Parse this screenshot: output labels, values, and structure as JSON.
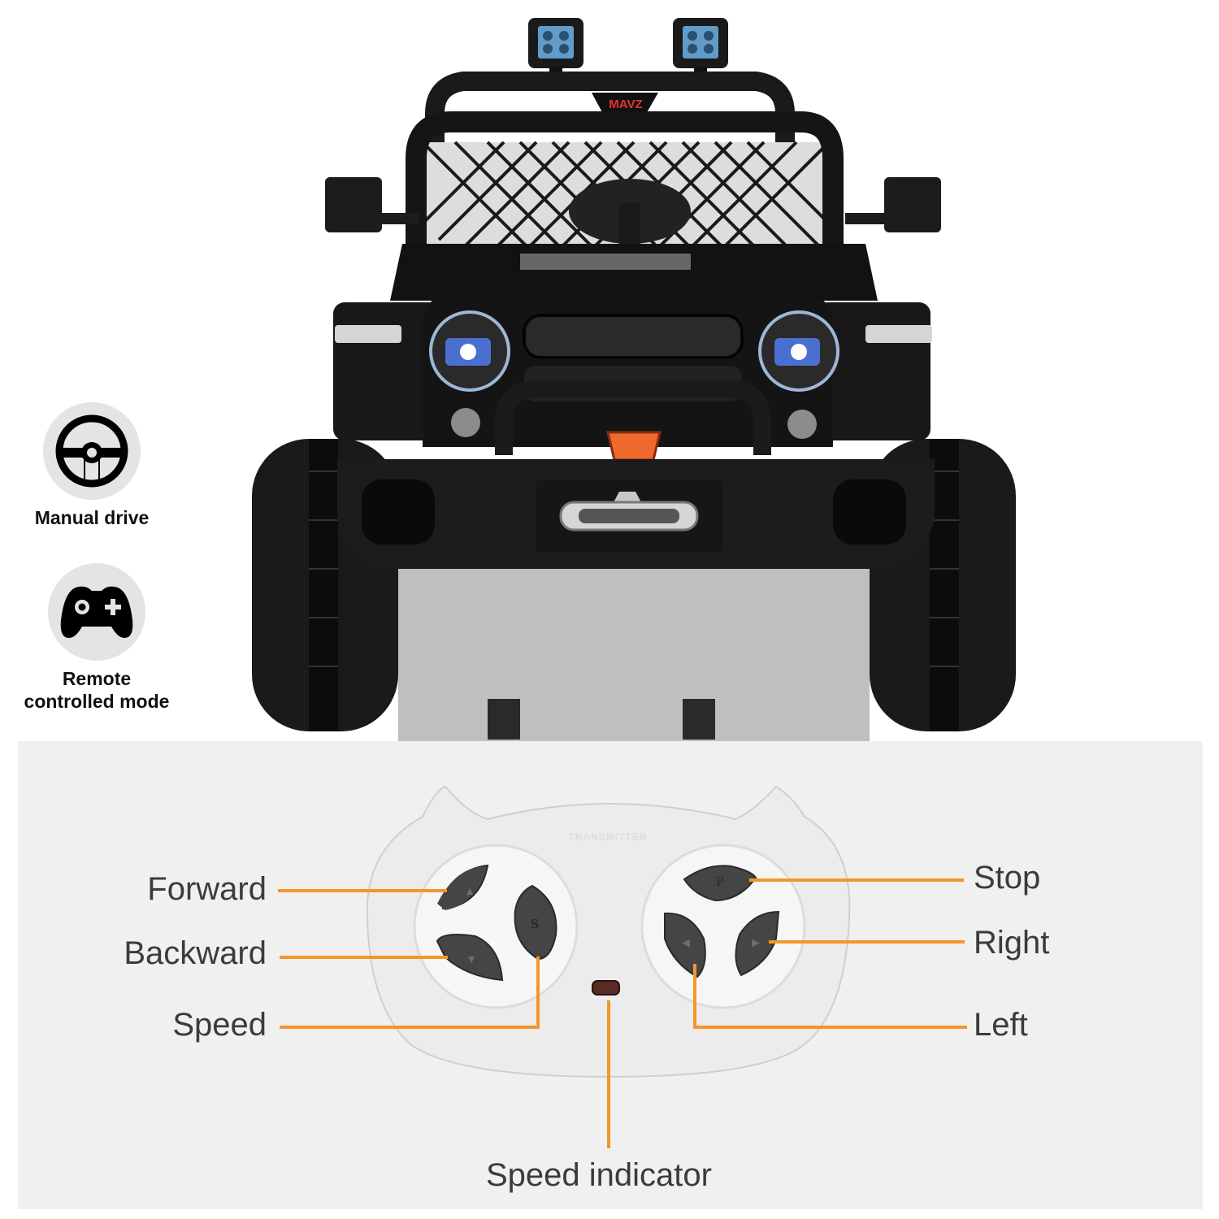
{
  "features": [
    {
      "icon": "steering-wheel-icon",
      "label": "Manual drive"
    },
    {
      "icon": "gamepad-icon",
      "label_line1": "Remote",
      "label_line2": "controlled mode"
    }
  ],
  "vehicle": {
    "brand_text": "MAVZ",
    "body_color": "#111111",
    "accent_red": "#e8352a",
    "light_blue": "#6fb4e8"
  },
  "remote": {
    "brand_text": "TRANSMITTER",
    "buttons": {
      "forward_glyph": "▲",
      "backward_glyph": "▼",
      "speed_glyph": "S",
      "stop_glyph": "P",
      "left_glyph": "◀",
      "right_glyph": "▶"
    }
  },
  "callouts": {
    "forward": "Forward",
    "backward": "Backward",
    "speed": "Speed",
    "stop": "Stop",
    "right": "Right",
    "left": "Left",
    "speed_indicator": "Speed indicator"
  },
  "colors": {
    "callout_line": "#f4962a",
    "panel_bg": "#f0f0f0",
    "badge_bg": "#e4e4e4",
    "button_dark": "#444444",
    "led": "#5a2a24"
  }
}
